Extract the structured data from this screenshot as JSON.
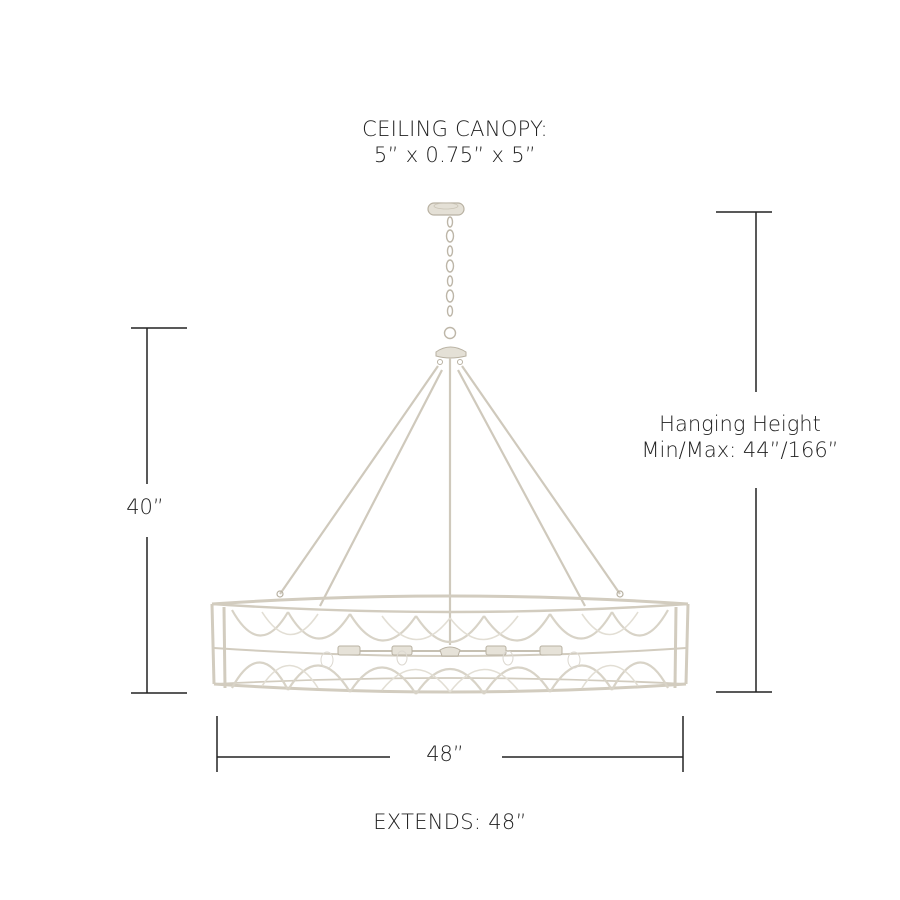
{
  "diagram": {
    "subject": "chandelier-dimensions",
    "labels": {
      "canopy_title": "CEILING CANOPY:",
      "canopy_dims": "5” x 0.75” x 5”",
      "height": "40”",
      "hanging_title": "Hanging Height",
      "hanging_range": "Min/Max: 44”/166”",
      "width": "48”",
      "extends": "EXTENDS: 48”"
    },
    "dimensions": {
      "canopy": {
        "width_in": 5,
        "height_in": 0.75,
        "depth_in": 5
      },
      "fixture_height_in": 40,
      "fixture_width_in": 48,
      "extends_in": 48,
      "hanging_height_min_in": 44,
      "hanging_height_max_in": 166
    },
    "colors": {
      "line": "#222222",
      "metal": "#d9d4c8",
      "metal_shadow": "#b8b1a2",
      "background": "#ffffff"
    }
  }
}
